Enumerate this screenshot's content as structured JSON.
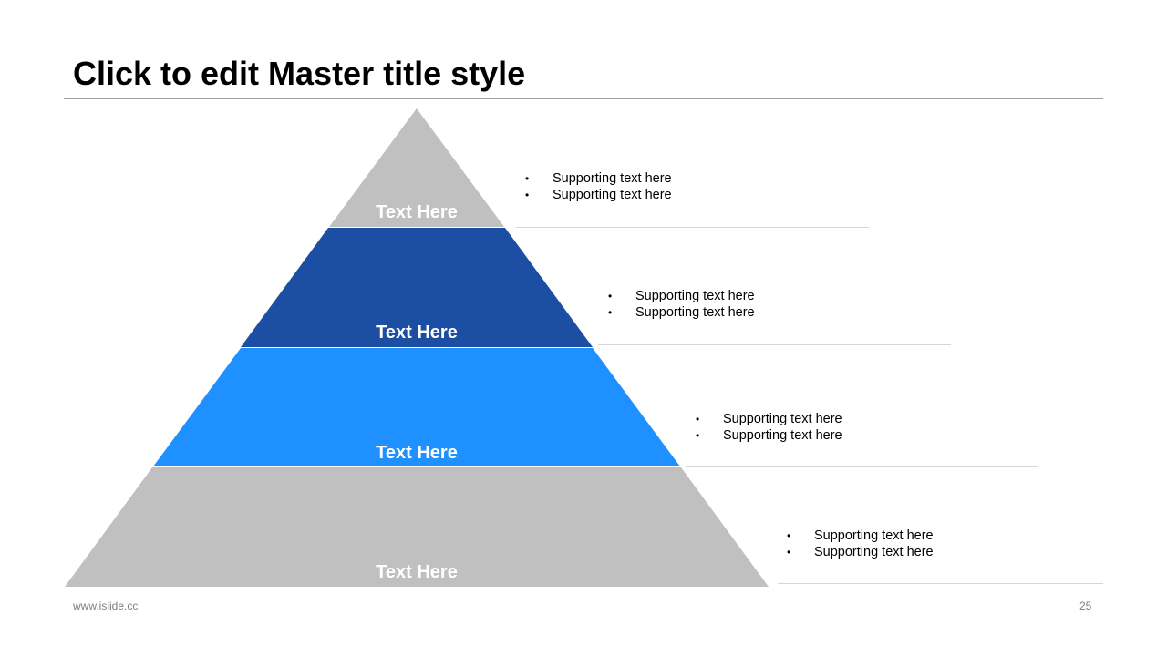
{
  "title": "Click to edit Master title style",
  "tiers": [
    {
      "label": "Text Here",
      "color": "#c0c0c0",
      "bullets": [
        "Supporting text here",
        "Supporting text here"
      ]
    },
    {
      "label": "Text Here",
      "color": "#1c4fa3",
      "bullets": [
        "Supporting text here",
        "Supporting text here"
      ]
    },
    {
      "label": "Text Here",
      "color": "#1e90ff",
      "bullets": [
        "Supporting text here",
        "Supporting text here"
      ]
    },
    {
      "label": "Text Here",
      "color": "#c0c0c0",
      "bullets": [
        "Supporting text here",
        "Supporting text here"
      ]
    }
  ],
  "footer": {
    "url": "www.islide.cc",
    "page_number": "25"
  }
}
